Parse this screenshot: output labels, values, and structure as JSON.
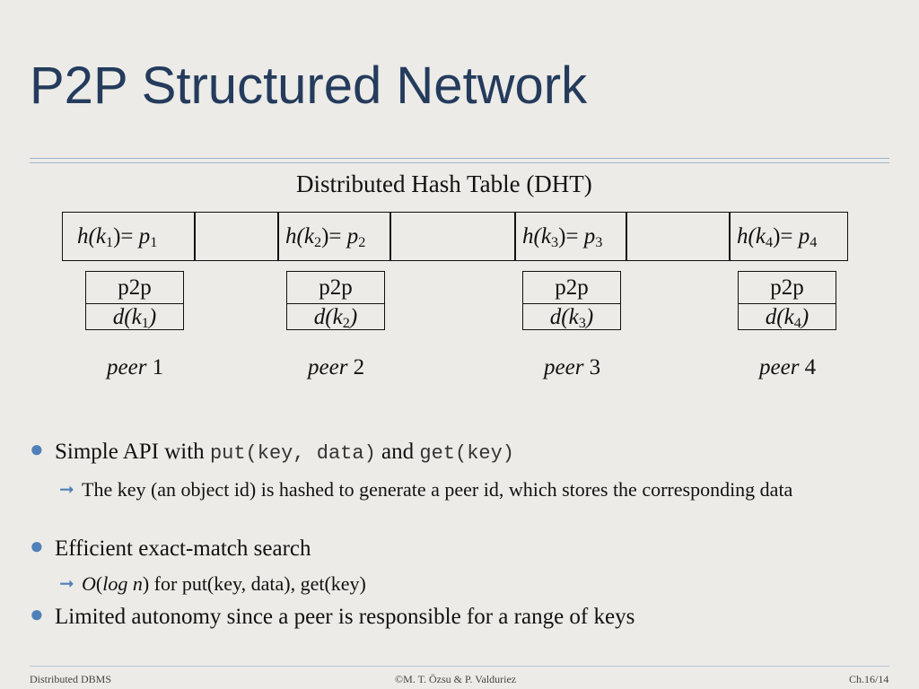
{
  "title": "P2P Structured Network",
  "dht_caption": "Distributed Hash Table (DHT)",
  "hash_entries": [
    {
      "h": "h",
      "k": "k",
      "sub": "1",
      "eq": ")= ",
      "p": "p",
      "psub": "1"
    },
    {
      "h": "h",
      "k": "k",
      "sub": "2",
      "eq": ")= ",
      "p": "p",
      "psub": "2"
    },
    {
      "h": "h",
      "k": "k",
      "sub": "3",
      "eq": ")= ",
      "p": "p",
      "psub": "3"
    },
    {
      "h": "h",
      "k": "k",
      "sub": "4",
      "eq": ")= ",
      "p": "p",
      "psub": "4"
    }
  ],
  "peers": [
    {
      "layer": "p2p",
      "data_fn": "d",
      "key": "k",
      "key_sub": "1",
      "label_word": "peer",
      "label_num": "1"
    },
    {
      "layer": "p2p",
      "data_fn": "d",
      "key": "k",
      "key_sub": "2",
      "label_word": "peer",
      "label_num": "2"
    },
    {
      "layer": "p2p",
      "data_fn": "d",
      "key": "k",
      "key_sub": "3",
      "label_word": "peer",
      "label_num": "3"
    },
    {
      "layer": "p2p",
      "data_fn": "d",
      "key": "k",
      "key_sub": "4",
      "label_word": "peer",
      "label_num": "4"
    }
  ],
  "bullets": {
    "b1_text": "Simple API with ",
    "b1_code1": "put(key, data)",
    "b1_and": " and ",
    "b1_code2": "get(key)",
    "b1_sub": "The key (an object id) is hashed to generate a peer id, which stores  the corresponding data",
    "b2_text": "Efficient exact-match search",
    "b2_sub_o": "O",
    "b2_sub_log": "log n",
    "b2_sub_rest": " for put(key, data), get(key)",
    "b3_text": "Limited autonomy since a peer is responsible for a range of keys"
  },
  "footer": {
    "left": "Distributed DBMS",
    "center": "©M. T. Özsu & P. Valduriez",
    "right": "Ch.16/14"
  },
  "colors": {
    "title": "#243b5c",
    "bullet": "#4f80b8",
    "background": "#ecebe7"
  }
}
